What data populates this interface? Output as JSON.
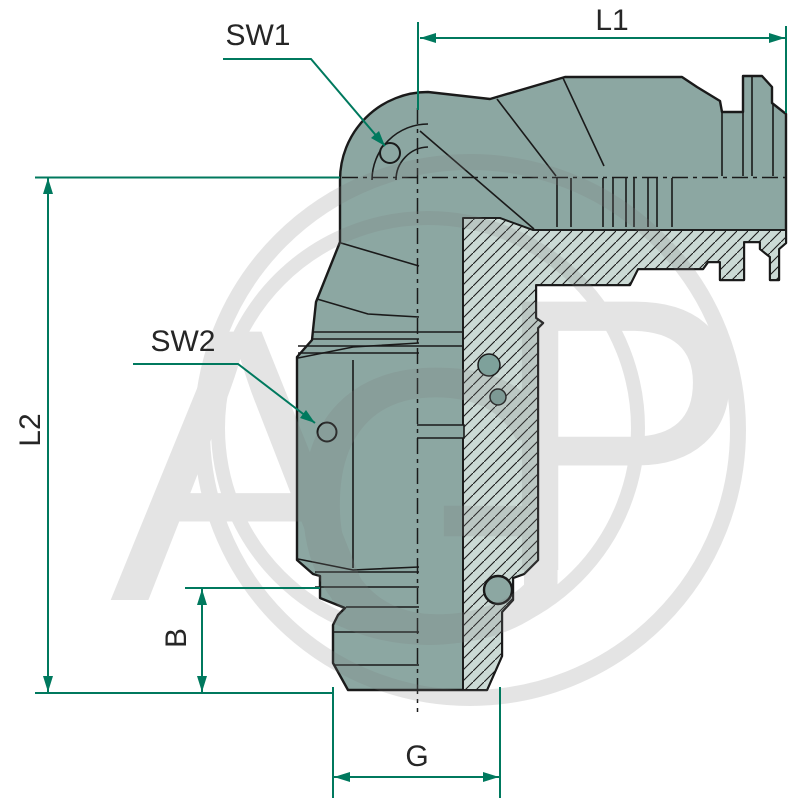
{
  "dimension_labels": {
    "l1": "L1",
    "l2": "L2",
    "b": "B",
    "g": "G",
    "sw1": "SW1",
    "sw2": "SW2"
  },
  "watermark": {
    "letter_a": "A",
    "letter_g": "G",
    "letter_p": "P"
  },
  "colors": {
    "background": "#FFFFFF",
    "body": "#8CA7A2",
    "section_fill": "#CBDAD5",
    "ball": "#7EA19B",
    "outline": "#1A1A1A",
    "dimension": "#00795E",
    "label_text": "#262626",
    "watermark": "#7D7D7D"
  }
}
